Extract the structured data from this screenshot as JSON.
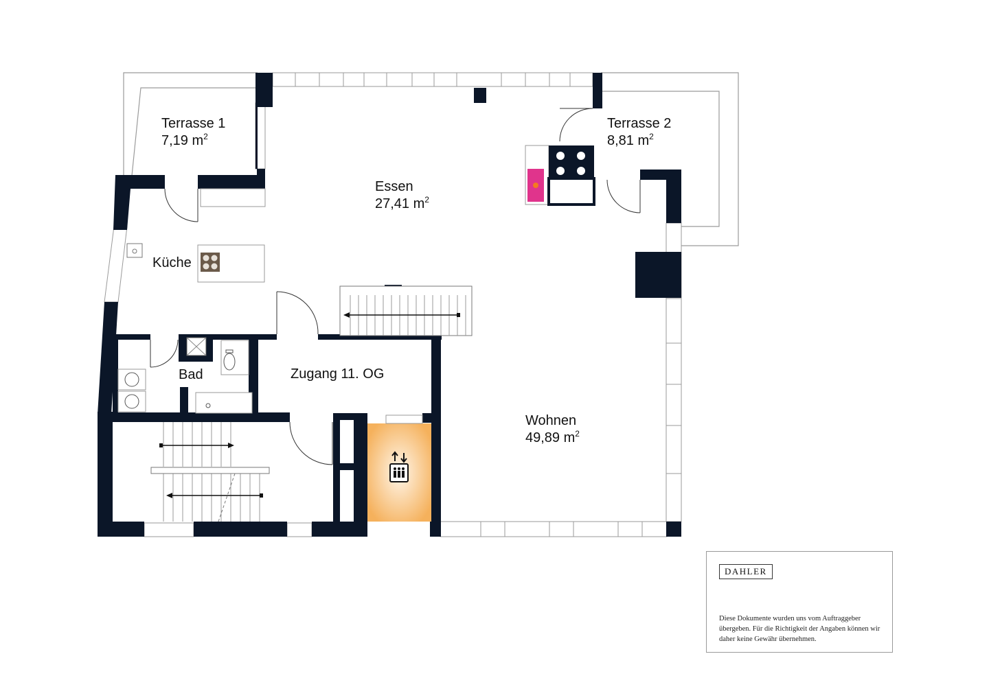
{
  "rooms": {
    "terrasse1": {
      "name": "Terrasse 1",
      "area": "7,19 m",
      "unit_sup": "2"
    },
    "terrasse2": {
      "name": "Terrasse 2",
      "area": "8,81 m",
      "unit_sup": "2"
    },
    "essen": {
      "name": "Essen",
      "area": "27,41 m",
      "unit_sup": "2"
    },
    "kueche": {
      "name": "Küche"
    },
    "bad": {
      "name": "Bad"
    },
    "zugang": {
      "name": "Zugang 11. OG"
    },
    "wohnen": {
      "name": "Wohnen",
      "area": "49,89 m",
      "unit_sup": "2"
    }
  },
  "brand": "DAHLER",
  "disclaimer": "Diese Dokumente wurden uns vom Auftraggeber übergeben. Für die Richtigkeit der Angaben können wir daher keine Gewähr übernehmen.",
  "colors": {
    "wall": "#0b1628",
    "elevator": "#f5b15c",
    "fireplace": "#e0348c"
  }
}
